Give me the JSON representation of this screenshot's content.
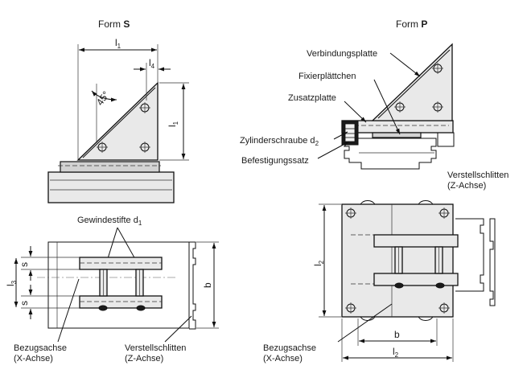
{
  "form_s": {
    "title_prefix": "Form ",
    "title_letter": "S",
    "dim_l1": "l",
    "dim_l1_sub": "1",
    "dim_l4": "l",
    "dim_l4_sub": "4",
    "dim_l1_right": "l",
    "dim_l1_right_sub": "1",
    "angle": "45°",
    "label_gewindestifte": "Gewindestifte d",
    "label_gewindestifte_sub": "1",
    "dim_s_top": "s",
    "dim_s_bottom": "s",
    "dim_l3": "l",
    "dim_l3_sub": "3",
    "dim_b": "b",
    "label_bezugsachse": "Bezugsachse",
    "label_bezugsachse_axis": "(X-Achse)",
    "label_verstellschlitten": "Verstellschlitten",
    "label_verstellschlitten_axis": "(Z-Achse)"
  },
  "form_p": {
    "title_prefix": "Form ",
    "title_letter": "P",
    "label_verbindungsplatte": "Verbindungsplatte",
    "label_fixierplaettchen": "Fixierplättchen",
    "label_zusatzplatte": "Zusatzplatte",
    "label_zylinderschraube": "Zylinderschraube d",
    "label_zylinderschraube_sub": "2",
    "label_befestigungssatz": "Befestigungssatz",
    "label_verstellschlitten": "Verstellschlitten",
    "label_verstellschlitten_axis": "(Z-Achse)",
    "dim_l2": "l",
    "dim_l2_sub": "2",
    "dim_b": "b",
    "dim_l2_bottom": "l",
    "dim_l2_bottom_sub": "2",
    "label_bezugsachse": "Bezugsachse",
    "label_bezugsachse_axis": "(X-Achse)"
  }
}
